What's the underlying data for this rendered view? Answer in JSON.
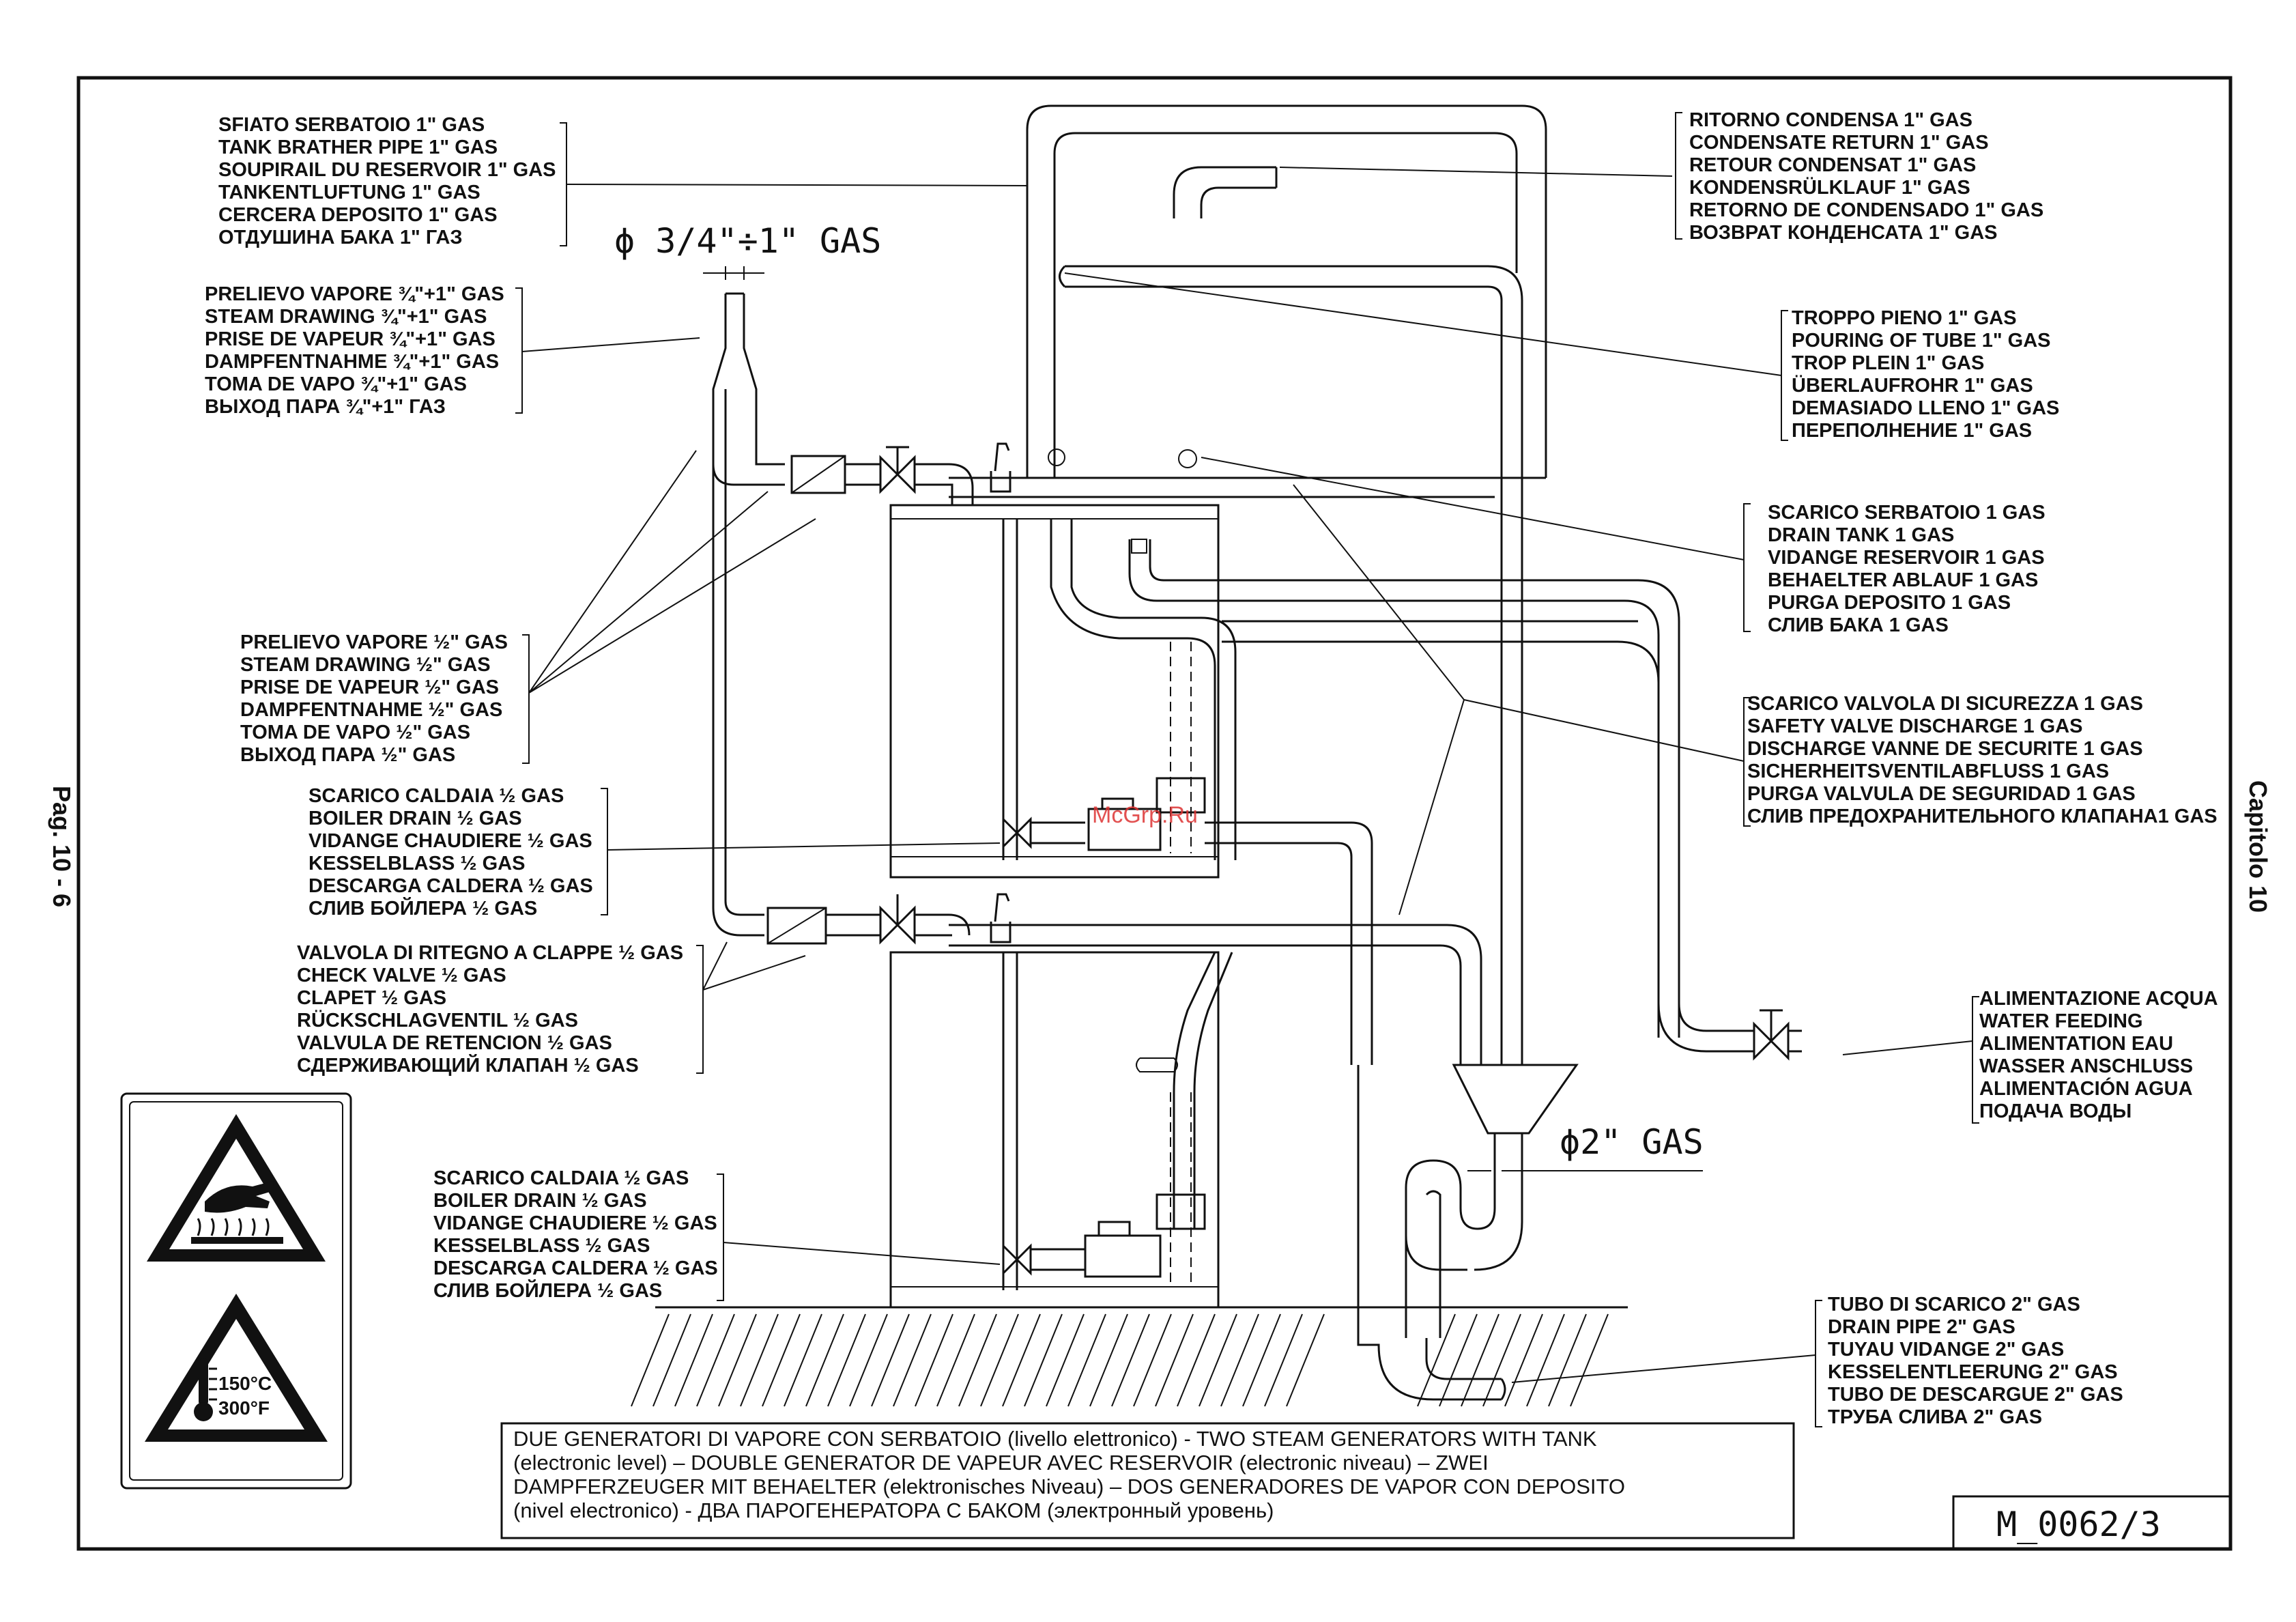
{
  "page_label": "Pag. 10 - 6",
  "chapter_label": "Capitolo 10",
  "watermark": "McGrp.Ru",
  "drawing_code": "M_0062/3",
  "dimensions": {
    "steam_outlet": "ϕ 3/4\"÷1\" GAS",
    "drain_connection": "ϕ2\" GAS"
  },
  "labels": {
    "tank_breather": [
      "SFIATO SERBATOIO 1\" GAS",
      "TANK BRATHER PIPE 1\" GAS",
      "SOUPIRAIL DU RESERVOIR 1\" GAS",
      "TANKENTLUFTUNG 1\" GAS",
      "CERCERA DEPOSITO 1\" GAS",
      "ОТДУШИНА БАКА 1\" ГАЗ"
    ],
    "steam_drawing_large": [
      "PRELIEVO VAPORE ¾\"+1\" GAS",
      "STEAM DRAWING ¾\"+1\" GAS",
      "PRISE DE VAPEUR ¾\"+1\" GAS",
      "DAMPFENTNAHME ¾\"+1\" GAS",
      "TOMA DE VAPO ¾\"+1\" GAS",
      "ВЫХОД ПАРА ¾\"+1\" ГАЗ"
    ],
    "steam_drawing_small": [
      "PRELIEVO VAPORE ½\" GAS",
      "STEAM DRAWING ½\" GAS",
      "PRISE DE VAPEUR ½\" GAS",
      "DAMPFENTNAHME ½\" GAS",
      "TOMA DE VAPO ½\" GAS",
      "ВЫХОД ПАРА ½\" GAS"
    ],
    "boiler_drain_upper": [
      "SCARICO CALDAIA ½ GAS",
      "BOILER DRAIN ½ GAS",
      "VIDANGE CHAUDIERE ½ GAS",
      "KESSELBLASS ½ GAS",
      "DESCARGA CALDERA ½ GAS",
      "СЛИВ БОЙЛЕРА ½ GAS"
    ],
    "check_valve": [
      "VALVOLA DI RITEGNO A CLAPPE ½ GAS",
      "CHECK VALVE ½ GAS",
      "CLAPET ½ GAS",
      "RÜCKSCHLAGVENTIL ½ GAS",
      "VALVULA DE RETENCION ½ GAS",
      "СДЕРЖИВАЮЩИЙ КЛАПАН  ½ GAS"
    ],
    "boiler_drain_lower": [
      "SCARICO CALDAIA ½ GAS",
      "BOILER DRAIN ½ GAS",
      "VIDANGE CHAUDIERE ½ GAS",
      "KESSELBLASS ½ GAS",
      "DESCARGA CALDERA ½ GAS",
      "СЛИВ БОЙЛЕРА ½ GAS"
    ],
    "condensate_return": [
      "RITORNO CONDENSA 1\" GAS",
      "CONDENSATE RETURN 1\" GAS",
      "RETOUR CONDENSAT 1\" GAS",
      "KONDENSRÜLKLAUF 1\" GAS",
      "RETORNO DE CONDENSADO 1\" GAS",
      "ВОЗВРАТ КОНДЕНСАТА 1\" GAS"
    ],
    "overflow": [
      "TROPPO PIENO 1\" GAS",
      "POURING OF TUBE 1\" GAS",
      "TROP PLEIN 1\" GAS",
      "ÜBERLAUFROHR 1\" GAS",
      "DEMASIADO LLENO 1\" GAS",
      "ПЕРЕПОЛНЕНИЕ 1\" GAS"
    ],
    "drain_tank": [
      "SCARICO SERBATOIO 1 GAS",
      "DRAIN TANK 1 GAS",
      "VIDANGE RESERVOIR 1 GAS",
      "BEHAELTER ABLAUF 1 GAS",
      "PURGA DEPOSITO 1 GAS",
      "СЛИВ БАКА 1 GAS"
    ],
    "safety_valve": [
      "SCARICO VALVOLA DI SICUREZZA 1 GAS",
      "SAFETY VALVE DISCHARGE 1 GAS",
      "DISCHARGE VANNE DE SECURITE 1 GAS",
      "SICHERHEITSVENTILABFLUSS 1 GAS",
      "PURGA VALVULA DE SEGURIDAD 1 GAS",
      "СЛИВ ПРЕДОХРАНИТЕЛЬНОГО КЛАПАНА1 GAS"
    ],
    "water_feeding": [
      "ALIMENTAZIONE ACQUA",
      "WATER FEEDING",
      "ALIMENTATION EAU",
      "WASSER ANSCHLUSS",
      "ALIMENTACIÓN AGUA",
      "ПОДАЧА ВОДЫ"
    ],
    "drain_pipe": [
      "TUBO DI SCARICO 2\" GAS",
      "DRAIN PIPE 2\" GAS",
      "TUYAU VIDANGE 2\" GAS",
      "KESSELENTLEERUNG 2\" GAS",
      "TUBO DE DESCARGUE 2\" GAS",
      "ТРУБА СЛИВА 2\" GAS"
    ]
  },
  "caption_lines": [
    "DUE GENERATORI DI VAPORE CON SERBATOIO (livello elettronico) - TWO STEAM GENERATORS WITH TANK",
    "(electronic level) – DOUBLE GENERATOR DE VAPEUR AVEC RESERVOIR (electronic niveau) – ZWEI",
    "DAMPFERZEUGER MIT BEHAELTER (elektronisches Niveau) – DOS GENERADORES DE VAPOR CON DEPOSITO",
    "(nivel electronico) - ДВА ПАРОГЕНЕРАТОРА С БАКОМ (электронный уровень)"
  ],
  "warning_signs": {
    "hot_surface_icon": "hot-surface-icon",
    "temperature_icon": "thermometer-icon",
    "temp_celsius": "150°C",
    "temp_fahrenheit": "300°F"
  }
}
